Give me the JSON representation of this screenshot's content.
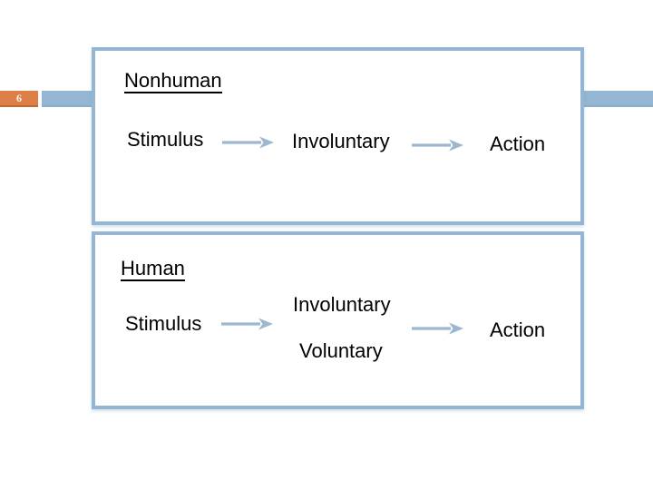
{
  "page_number": "6",
  "colors": {
    "background": "#ffffff",
    "text": "#000000",
    "accent_orange": "#dd8047",
    "accent_orange_dark": "#bd6a35",
    "accent_blue": "#94b6d2",
    "accent_blue_dark": "#7d9cba",
    "arrow_blue": "#9db7d0",
    "page_number_text": "#fdf6e3"
  },
  "panels": {
    "nonhuman": {
      "title": "Nonhuman",
      "stimulus": "Stimulus",
      "involuntary": "Involuntary",
      "action": "Action"
    },
    "human": {
      "title": "Human",
      "stimulus": "Stimulus",
      "involuntary": "Involuntary",
      "voluntary": "Voluntary",
      "action": "Action"
    }
  }
}
